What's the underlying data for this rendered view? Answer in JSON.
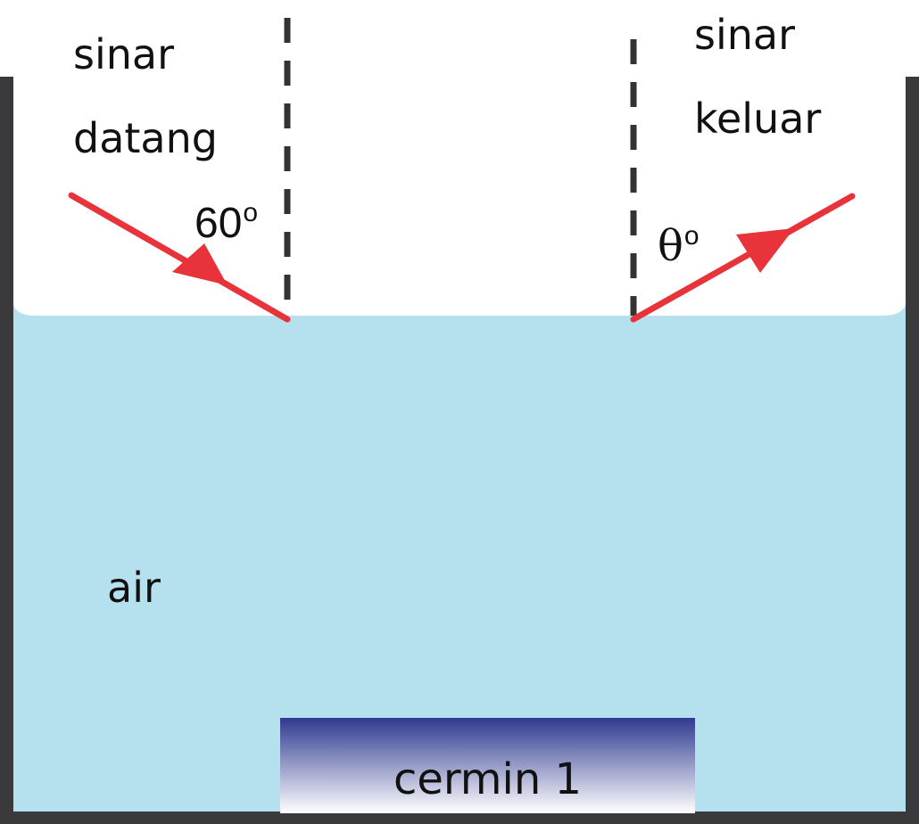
{
  "labels": {
    "incident_line1": "sinar",
    "incident_line2": "datang",
    "outgoing_line1": "sinar",
    "outgoing_line2": "keluar",
    "medium": "air",
    "mirror": "cermin 1"
  },
  "angles": {
    "incident_value": "60",
    "outgoing_value": "θ",
    "degree_mark": "o"
  },
  "colors": {
    "water": "#b5e1ee",
    "container": "#3a3a3c",
    "ray": "#e8333b",
    "normal_line": "#333333",
    "mirror_top": "#2f3a8f",
    "mirror_bottom": "#ffffff"
  }
}
